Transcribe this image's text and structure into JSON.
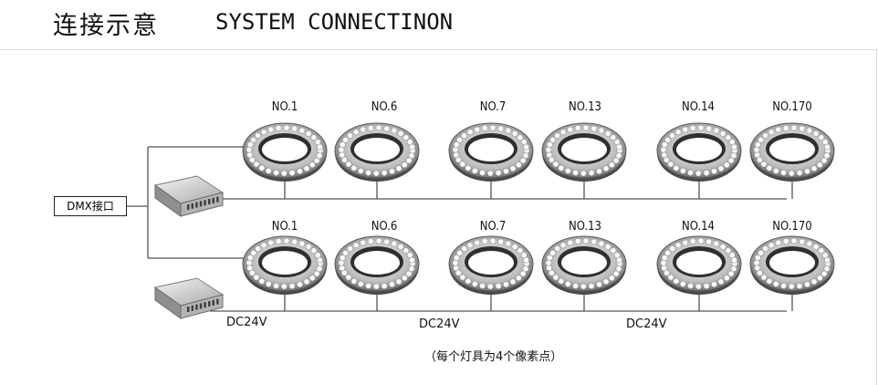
{
  "header": {
    "title_cn": "连接示意",
    "title_en": "SYSTEM CONNECTINON"
  },
  "interface": {
    "dmx_label": "DMX接口"
  },
  "rows": [
    {
      "lamps": [
        "NO.1",
        "NO.6",
        "NO.7",
        "NO.13",
        "NO.14",
        "NO.170"
      ]
    },
    {
      "lamps": [
        "NO.1",
        "NO.6",
        "NO.7",
        "NO.13",
        "NO.14",
        "NO.170"
      ]
    }
  ],
  "power": {
    "labels": [
      "DC24V",
      "DC24V",
      "DC24V"
    ]
  },
  "footnote": "（每个灯具为4个像素点）",
  "continuation_mark": ". . . .",
  "colors": {
    "wire": "#555555",
    "ring_dark": "#3a3a3a",
    "ring_light": "#d8d8d8",
    "frame": "#d9d9d9"
  }
}
